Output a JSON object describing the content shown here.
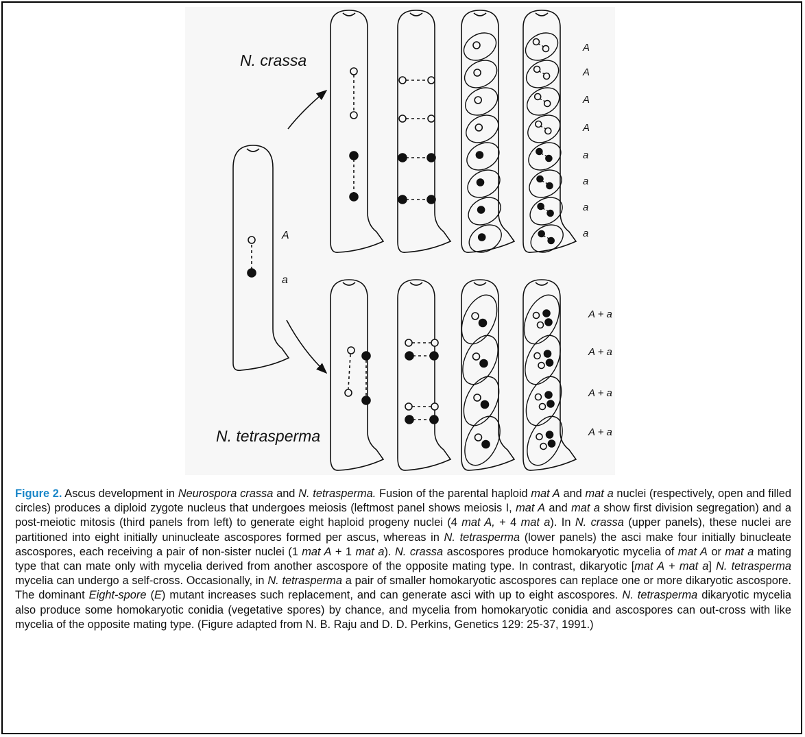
{
  "figure": {
    "species_top": "N. crassa",
    "species_bottom": "N. tetrasperma",
    "zygote_labels": [
      "A",
      "a"
    ],
    "crassa_labels": [
      "A",
      "A",
      "A",
      "A",
      "a",
      "a",
      "a",
      "a"
    ],
    "tetrasperma_labels": [
      "A + a",
      "A + a",
      "A + a",
      "A + a"
    ]
  },
  "caption": {
    "lead": "Figure 2.",
    "segments": [
      {
        "t": " Ascus development in ",
        "i": false
      },
      {
        "t": "Neurospora crassa",
        "i": true
      },
      {
        "t": " and ",
        "i": false
      },
      {
        "t": "N. tetrasperma.",
        "i": true
      },
      {
        "t": "  Fusion of the parental haploid ",
        "i": false
      },
      {
        "t": "mat A",
        "i": true
      },
      {
        "t": " and ",
        "i": false
      },
      {
        "t": "mat a",
        "i": true
      },
      {
        "t": " nuclei (respectively, open and filled circles) produces a diploid zygote nucleus that undergoes meiosis (leftmost panel shows meiosis I, ",
        "i": false
      },
      {
        "t": "mat A",
        "i": true
      },
      {
        "t": " and ",
        "i": false
      },
      {
        "t": "mat a",
        "i": true
      },
      {
        "t": " show first division segregation) and a post-meiotic mitosis (third panels from left) to generate eight haploid progeny nuclei (4 ",
        "i": false
      },
      {
        "t": "mat A,",
        "i": true
      },
      {
        "t": " + 4 ",
        "i": false
      },
      {
        "t": "mat a",
        "i": true
      },
      {
        "t": ").  In ",
        "i": false
      },
      {
        "t": "N. crassa",
        "i": true
      },
      {
        "t": " (upper panels), these nuclei are partitioned into eight initially uninucleate ascospores formed per ascus, whereas in ",
        "i": false
      },
      {
        "t": "N. tetrasperma",
        "i": true
      },
      {
        "t": " (lower panels) the asci make four initially binucleate ascospores, each receiving a pair of non-sister nuclei (1 ",
        "i": false
      },
      {
        "t": "mat A",
        "i": true
      },
      {
        "t": " + 1 ",
        "i": false
      },
      {
        "t": "mat a",
        "i": true
      },
      {
        "t": ").  ",
        "i": false
      },
      {
        "t": "N. crassa",
        "i": true
      },
      {
        "t": " ascospores produce homokaryotic mycelia of ",
        "i": false
      },
      {
        "t": "mat A",
        "i": true
      },
      {
        "t": " or ",
        "i": false
      },
      {
        "t": "mat a",
        "i": true
      },
      {
        "t": " mating type that can mate only with mycelia derived from another ascospore of the opposite mating type.  In contrast, dikaryotic [",
        "i": false
      },
      {
        "t": "mat A",
        "i": true
      },
      {
        "t": " + ",
        "i": false
      },
      {
        "t": "mat a",
        "i": true
      },
      {
        "t": "] ",
        "i": false
      },
      {
        "t": "N. tetrasperma",
        "i": true
      },
      {
        "t": " mycelia can undergo a self-cross. Occasionally, in ",
        "i": false
      },
      {
        "t": "N. tetrasperma",
        "i": true
      },
      {
        "t": " a pair of smaller homokaryotic ascospores can replace one or more dikaryotic ascospore. The dominant ",
        "i": false
      },
      {
        "t": "Eight-spore",
        "i": true
      },
      {
        "t": " (",
        "i": false
      },
      {
        "t": "E",
        "i": true
      },
      {
        "t": ") mutant increases such replacement, and can generate asci with up to eight ascospores. ",
        "i": false
      },
      {
        "t": "N. tetrasperma",
        "i": true
      },
      {
        "t": " dikaryotic mycelia also produce some homokaryotic conidia (vegetative spores) by chance, and mycelia from homokaryotic conidia and ascospores can out-cross with like mycelia of the opposite mating type. (Figure adapted from N. B. Raju and D. D. Perkins, Genetics 129: 25-37, 1991.)",
        "i": false
      }
    ]
  }
}
